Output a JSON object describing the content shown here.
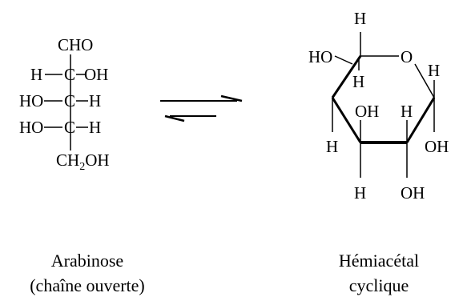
{
  "open_chain": {
    "top_group": "CHO",
    "rows": [
      {
        "left": "H",
        "right": "OH"
      },
      {
        "left": "HO",
        "right": "H"
      },
      {
        "left": "HO",
        "right": "H"
      }
    ],
    "carbon": "C",
    "bottom_group_main": "CH",
    "bottom_group_sub": "2",
    "bottom_group_end": "OH"
  },
  "ring": {
    "ring_oxygen": "O",
    "c4_up": "H",
    "c4_left": "HO",
    "c4_down": "H",
    "c1_right": "H",
    "c3_up": "OH",
    "c3_down": "H",
    "c2_up": "H",
    "c1_down": "OH",
    "c3_bottom": "H",
    "c2_bottom": "OH"
  },
  "captions": {
    "left_line1": "Arabinose",
    "left_line2": "(chaîne ouverte)",
    "right_line1": "Hémiacétal",
    "right_line2": "cyclique"
  }
}
